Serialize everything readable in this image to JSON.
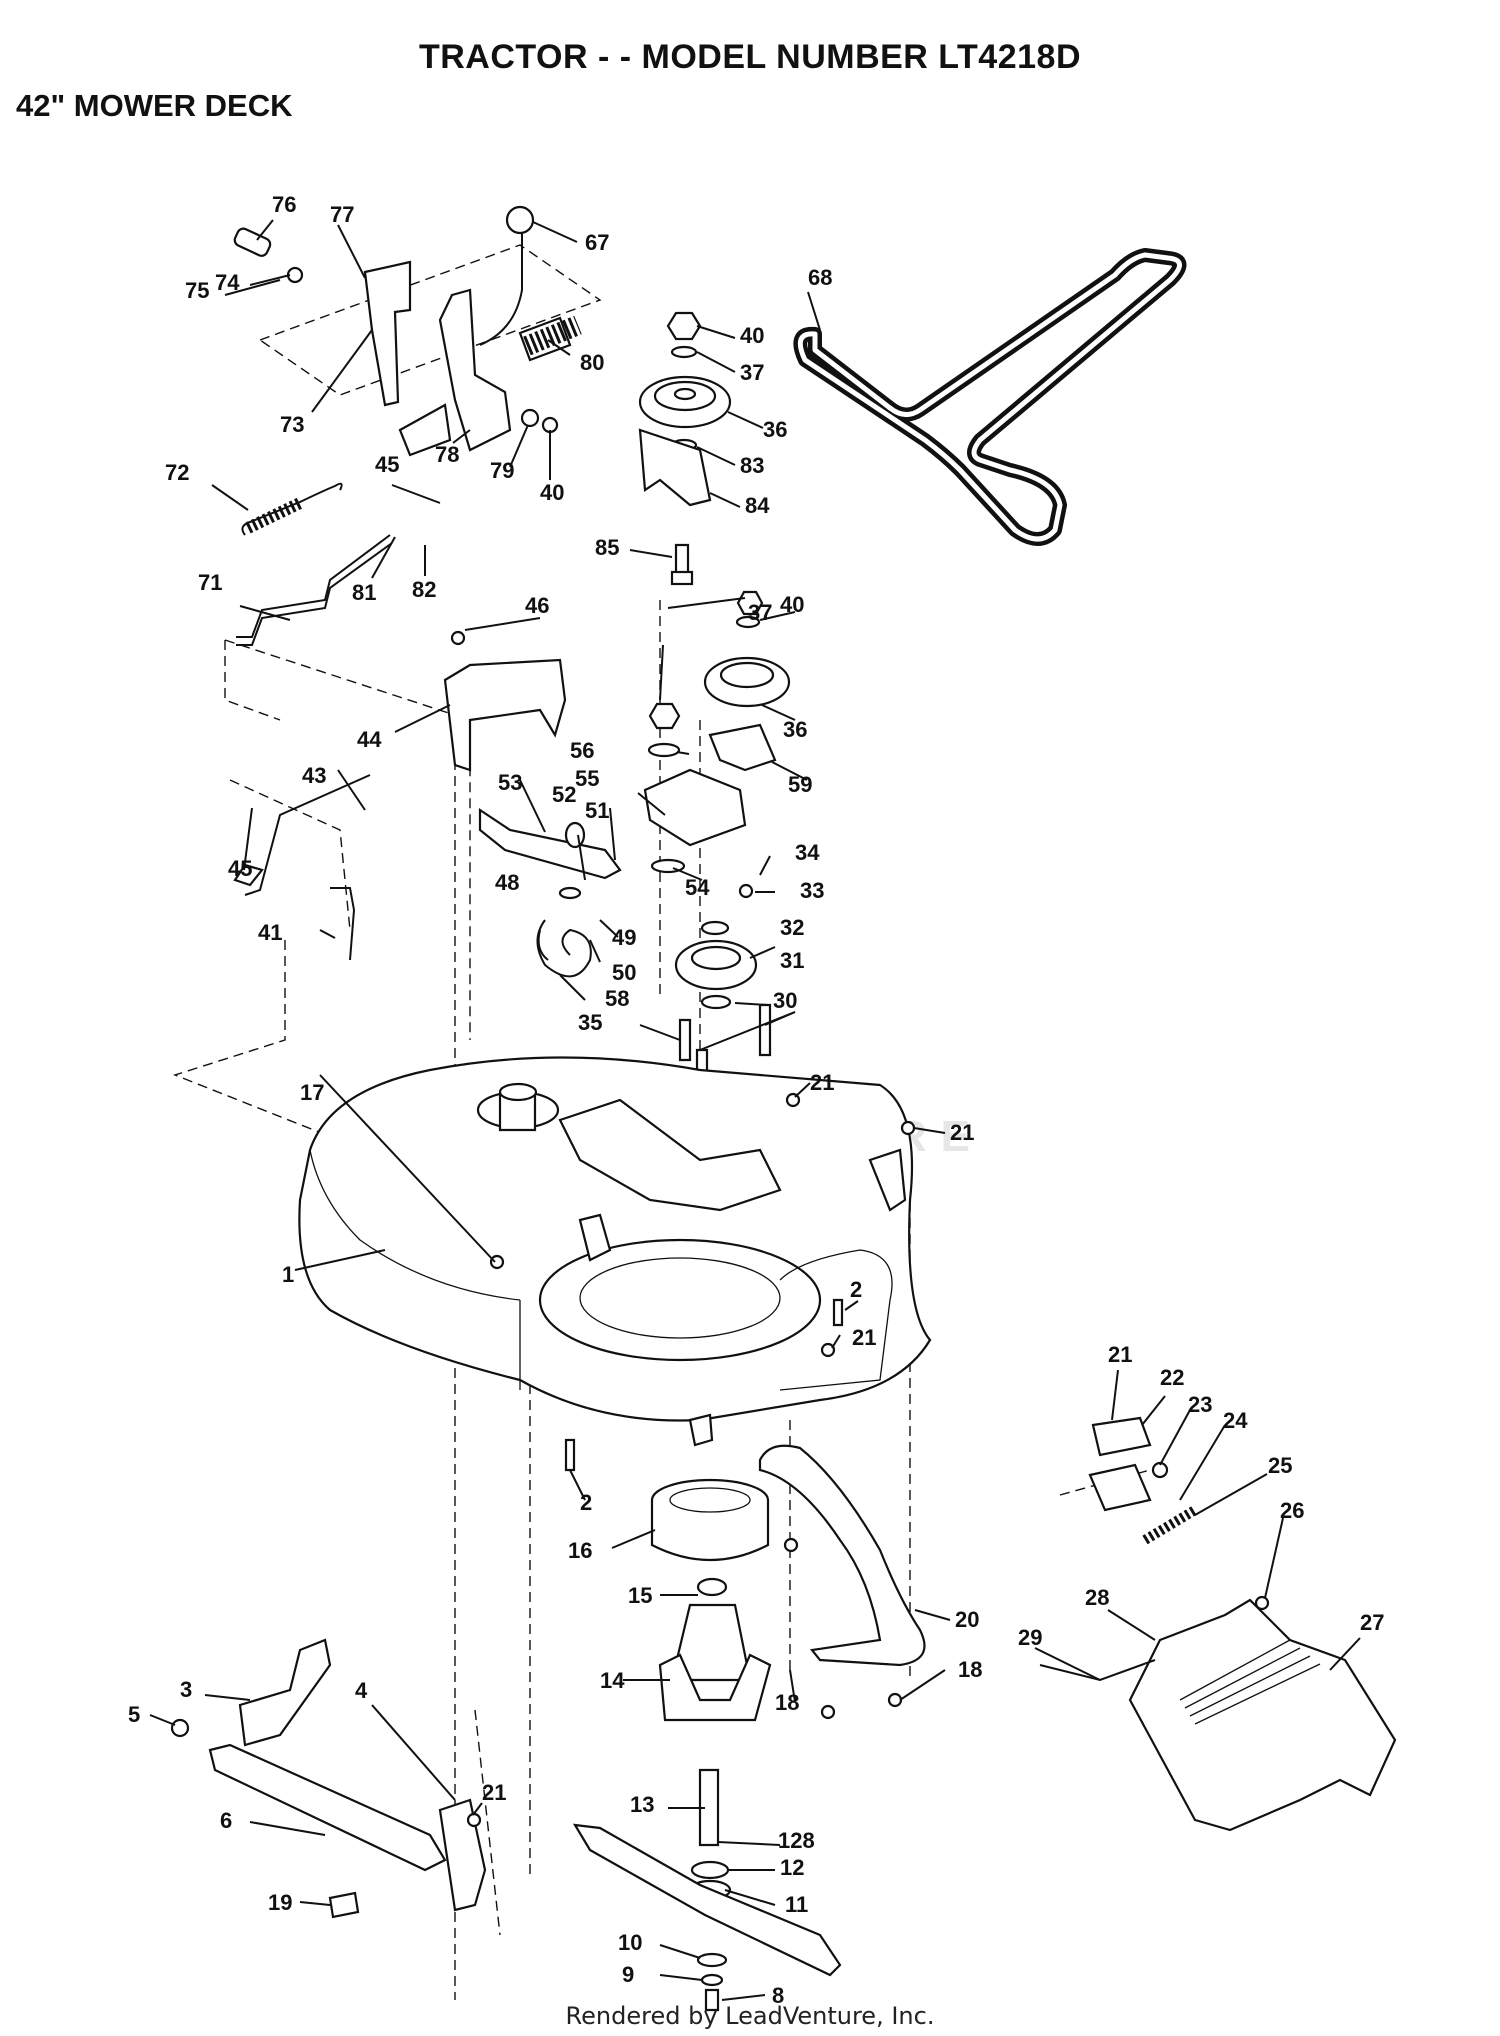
{
  "header": {
    "title": "TRACTOR - - MODEL NUMBER LT4218D",
    "subtitle": "42\" MOWER DECK"
  },
  "watermark": "LEADVENTURE",
  "footer": "Rendered by LeadVenture, Inc.",
  "callouts": [
    "76",
    "77",
    "67",
    "75",
    "74",
    "73",
    "78",
    "79",
    "40",
    "80",
    "68",
    "40",
    "37",
    "36",
    "83",
    "84",
    "85",
    "72",
    "45",
    "81",
    "82",
    "71",
    "46",
    "44",
    "40",
    "37",
    "36",
    "56",
    "59",
    "55",
    "43",
    "53",
    "52",
    "51",
    "34",
    "45",
    "48",
    "54",
    "33",
    "41",
    "49",
    "50",
    "32",
    "31",
    "58",
    "35",
    "30",
    "21",
    "21",
    "17",
    "1",
    "2",
    "2",
    "21",
    "21",
    "22",
    "23",
    "24",
    "25",
    "26",
    "16",
    "15",
    "20",
    "27",
    "28",
    "29",
    "14",
    "18",
    "18",
    "3",
    "4",
    "5",
    "6",
    "21",
    "13",
    "128",
    "12",
    "11",
    "19",
    "10",
    "9",
    "8"
  ]
}
